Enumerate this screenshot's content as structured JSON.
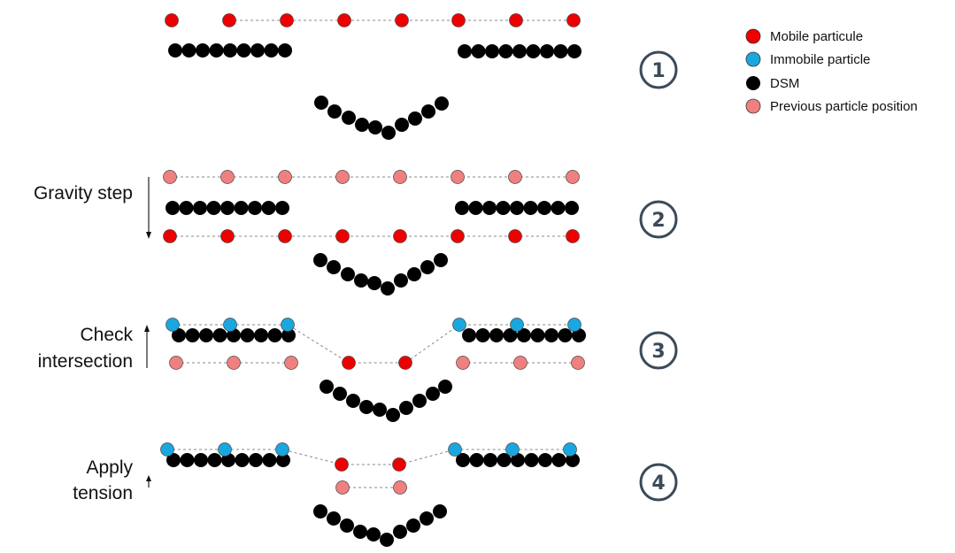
{
  "colors": {
    "mobile": "#ee0000",
    "immobile": "#1aa7e0",
    "dsm": "#000000",
    "previous": "#f08080",
    "line": "#888888",
    "step_circle": "#3b4a5a"
  },
  "legend": {
    "items": [
      {
        "label": "Mobile particule",
        "color_key": "mobile"
      },
      {
        "label": "Immobile particle",
        "color_key": "immobile"
      },
      {
        "label": "DSM",
        "color_key": "dsm"
      },
      {
        "label": "Previous particle position",
        "color_key": "previous"
      }
    ]
  },
  "steps": [
    {
      "number": "1",
      "label_lines": []
    },
    {
      "number": "2",
      "label_lines": [
        "Gravity step"
      ]
    },
    {
      "number": "3",
      "label_lines": [
        "Check",
        "intersection"
      ]
    },
    {
      "number": "4",
      "label_lines": [
        "Apply",
        "tension"
      ]
    }
  ]
}
